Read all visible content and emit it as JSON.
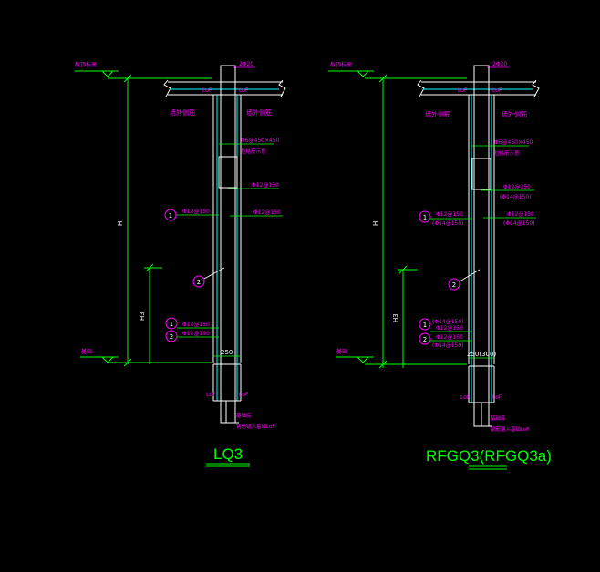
{
  "colors": {
    "background": "#000000",
    "green": "#00ff00",
    "magenta": "#ff00ff",
    "white": "#ffffff",
    "cyan": "#00ffff",
    "yellow": "#ffff00"
  },
  "left": {
    "title": "LQ3",
    "top_elevation_label": "板顶标高",
    "bottom_elevation_label": "基础",
    "height_label": "H",
    "h3_label": "H3",
    "top_bar_label": "2Φ20",
    "lof_top_left": "LoF",
    "lof_top_right": "LoF",
    "outer_side_left": "墙外侧筋",
    "outer_side_right": "墙外侧筋",
    "stirrup_label": "Φ6@450×450",
    "tie_label": "拉结筋示意",
    "rebar_right_1": "Φ12@150",
    "rebar_right_2": "Φ12@150",
    "rebar_left_1": "Φ12@150",
    "rebar_low_1": "Φ12@150",
    "rebar_low_2": "Φ12@150",
    "circle_1": "1",
    "circle_2": "2",
    "circle_low_1": "1",
    "circle_low_2": "2",
    "width_label": "250",
    "lof_bottom_left": "LoF",
    "lof_bottom_right": "LoF",
    "foundation_note_1": "基础底",
    "foundation_note_2": "钢筋锚入基础LoF"
  },
  "right": {
    "title": "RFGQ3(RFGQ3a)",
    "top_elevation_label": "板顶标高",
    "bottom_elevation_label": "基础",
    "height_label": "H",
    "h3_label": "H3",
    "top_bar_label": "2Φ20",
    "lof_top_left": "LoF",
    "lof_top_right": "LoF",
    "outer_side_left": "墙外侧筋",
    "outer_side_right": "墙外侧筋",
    "stirrup_label": "Φ6@450×450",
    "tie_label": "拉结筋示意",
    "rebar_right_1": "Φ12@150",
    "rebar_right_1b": "(Φ14@150)",
    "rebar_right_2": "Φ12@150",
    "rebar_right_2b": "(Φ14@150)",
    "rebar_left_1": "Φ12@150",
    "rebar_left_1b": "(Φ14@150)",
    "rebar_low_1": "(Φ14@150)",
    "rebar_low_1b": "Φ12@150",
    "rebar_low_2": "Φ12@150",
    "rebar_low_2b": "(Φ14@150)",
    "circle_1": "1",
    "circle_2": "2",
    "circle_low_1": "1",
    "circle_low_2": "2",
    "width_label": "250(300)",
    "lof_bottom_left": "LoF",
    "lof_bottom_right": "LoF",
    "foundation_note_1": "基础底",
    "foundation_note_2": "钢筋锚入基础LoF"
  }
}
